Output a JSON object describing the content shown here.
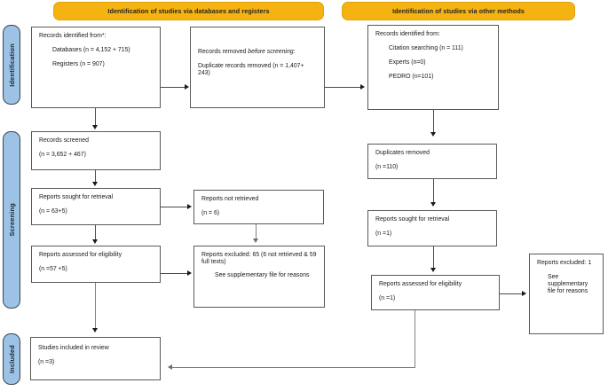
{
  "headers": [
    {
      "id": "databases-registers",
      "label": "Identification of studies via databases and registers"
    },
    {
      "id": "other-methods",
      "label": "Identification of studies via other methods"
    }
  ],
  "stages": [
    {
      "id": "identification",
      "label": "Identification"
    },
    {
      "id": "screening",
      "label": "Screening"
    },
    {
      "id": "included",
      "label": "Included"
    }
  ],
  "boxes": {
    "records_identified": {
      "title": "Records identified from*:",
      "line1": "Databases (n = 4,152 + 715)",
      "line2": "Registers (n = 907)"
    },
    "records_removed": {
      "title_prefix": "Records removed ",
      "title_italic": "before screening",
      "title_suffix": ":",
      "line1": "Duplicate records removed  (n = 1,407+ 243)"
    },
    "records_screened": {
      "title": "Records screened",
      "count": "(n =  3,652 + 467)"
    },
    "reports_sought_left": {
      "title": "Reports sought for retrieval",
      "count": "(n = 63+5)"
    },
    "reports_not_retrieved": {
      "title": "Reports not retrieved",
      "count": "(n = 6)"
    },
    "reports_assessed_left": {
      "title": "Reports assessed for eligibility",
      "count": "(n =57 +5)"
    },
    "reports_excluded_left": {
      "title": "Reports excluded: 65 (6 not retrieved & 59 full texts)",
      "note": "See supplementary file for reasons"
    },
    "studies_included": {
      "title": "Studies included in review",
      "count": "(n =3)"
    },
    "records_identified_other": {
      "title": "Records identified from:",
      "line1": "Citation searching (n = 111)",
      "line2": "Experts (n=0)",
      "line3": "PEDRO (n=101)"
    },
    "duplicates_removed": {
      "title": "Duplicates removed",
      "count": "(n =110)"
    },
    "reports_sought_right": {
      "title": "Reports sought for retrieval",
      "count": "(n =1)"
    },
    "reports_assessed_right": {
      "title": "Reports assessed for eligibility",
      "count": "(n =1)"
    },
    "reports_excluded_right": {
      "title": "Reports excluded: 1",
      "note": "See supplementary file for reasons"
    }
  },
  "colors": {
    "header_orange": "#f5b312",
    "stage_blue": "#9cc3e5",
    "box_border": "#595959",
    "connector": "#4a4a4a"
  }
}
